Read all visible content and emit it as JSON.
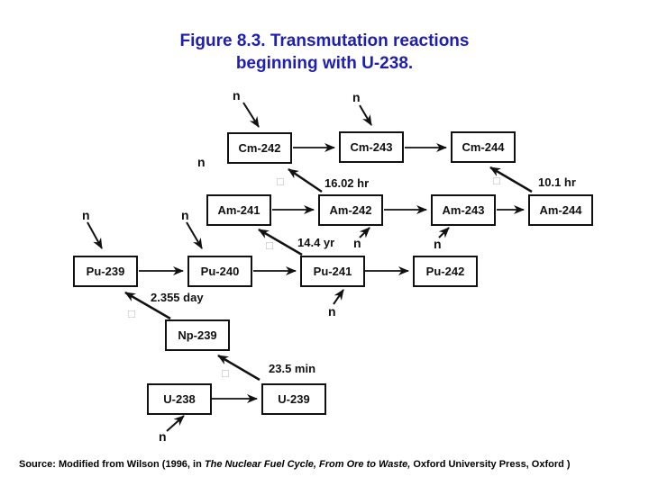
{
  "title": {
    "line1": "Figure 8.3. Transmutation reactions",
    "line2": "beginning with U-238."
  },
  "diagram": {
    "nodes": [
      {
        "label": "Cm-242"
      },
      {
        "label": "Cm-243"
      },
      {
        "label": "Cm-244"
      },
      {
        "label": "Am-241"
      },
      {
        "label": "Am-242"
      },
      {
        "label": "Am-243"
      },
      {
        "label": "Am-244"
      },
      {
        "label": "Pu-239"
      },
      {
        "label": "Pu-240"
      },
      {
        "label": "Pu-241"
      },
      {
        "label": "Pu-242"
      },
      {
        "label": "Np-239"
      },
      {
        "label": "U-238"
      },
      {
        "label": "U-239"
      }
    ],
    "neutron_labels": [
      "n",
      "n",
      "n",
      "n",
      "n",
      "n",
      "n",
      "n",
      "n"
    ],
    "decay_labels": [
      {
        "text": "16.02 hr"
      },
      {
        "text": "10.1 hr"
      },
      {
        "text": "14.4 yr"
      },
      {
        "text": "2.355 day"
      },
      {
        "text": "23.5 min"
      }
    ],
    "beta_symbol": "□"
  },
  "source": {
    "prefix": "Source: Modified from Wilson (1996, in ",
    "italic": "The Nuclear Fuel Cycle, From Ore to Waste,",
    "suffix": " Oxford University Press, Oxford )"
  },
  "colors": {
    "title_blue": "#1e1eb4",
    "line_black": "#111111",
    "beta_gray": "#b8b8b8"
  }
}
